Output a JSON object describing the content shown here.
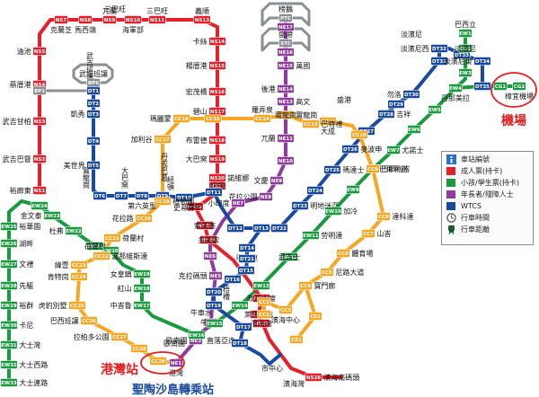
{
  "colors": {
    "EW": "#1a9a3f",
    "NS": "#e5202a",
    "NE": "#8f3b9e",
    "CC": "#f6a623",
    "DT": "#1a4aa0",
    "BP": "#8a8f94",
    "PTC": "#8a8f94",
    "CG": "#1a9a3f",
    "annotation": "#e02020",
    "ferry": "#1a4aa0"
  },
  "stations": [
    {
      "code": "NS7",
      "name": "克蘭芝",
      "line": "NS"
    },
    {
      "code": "NS8",
      "name": "馬西嶺",
      "line": "NS"
    },
    {
      "code": "NS9",
      "name": "兀蘭",
      "line": "NS"
    },
    {
      "code": "NS10",
      "name": "海軍部",
      "line": "NS"
    },
    {
      "code": "NS11",
      "name": "三巴旺",
      "line": "NS"
    },
    {
      "code": "NS13",
      "name": "義順",
      "line": "NS"
    },
    {
      "code": "NS5",
      "name": "油池",
      "line": "NS"
    },
    {
      "code": "NS4",
      "name": "蔡厝港",
      "line": "NS"
    },
    {
      "code": "BP1",
      "name": "",
      "line": "BP"
    },
    {
      "code": "NS3",
      "name": "武吉甘柏",
      "line": "NS"
    },
    {
      "code": "NS2",
      "name": "武吉巴督",
      "line": "NS"
    },
    {
      "code": "NS1",
      "name": "裕廊東",
      "line": "NS"
    },
    {
      "code": "NS14",
      "name": "卡絲",
      "line": "NS"
    },
    {
      "code": "NS15",
      "name": "楊厝港",
      "line": "NS"
    },
    {
      "code": "NS16",
      "name": "宏茂橋",
      "line": "NS"
    },
    {
      "code": "NS17",
      "name": "碧山",
      "line": "NS"
    },
    {
      "code": "NS18",
      "name": "布雷德",
      "line": "NS"
    },
    {
      "code": "NS19",
      "name": "大巴窯",
      "line": "NS"
    },
    {
      "code": "NS20",
      "name": "諾維娜",
      "line": "NS"
    },
    {
      "code": "NS21",
      "name": "紐頓",
      "line": "NS"
    },
    {
      "code": "NS22",
      "name": "烏節",
      "line": "NS"
    },
    {
      "code": "NS23",
      "name": "索美塞",
      "line": "NS"
    },
    {
      "code": "NS24",
      "name": "多美歌",
      "line": "NS"
    },
    {
      "code": "NS25",
      "name": "政府大廈",
      "line": "NS"
    },
    {
      "code": "NS26",
      "name": "萊佛士坊",
      "line": "NS"
    },
    {
      "code": "NS27",
      "name": "濱海灣",
      "line": "NS"
    },
    {
      "code": "NS28",
      "name": "濱海南碼頭",
      "line": "NS"
    },
    {
      "code": "PTC",
      "name": "榜鵝",
      "line": "PTC"
    },
    {
      "code": "STC",
      "name": "盛港",
      "line": "PTC"
    },
    {
      "code": "NE17",
      "name": "",
      "line": "NE"
    },
    {
      "code": "NE16",
      "name": "",
      "line": "NE"
    },
    {
      "code": "NE15",
      "name": "萬國",
      "line": "NE"
    },
    {
      "code": "NE14",
      "name": "後港",
      "line": "NE"
    },
    {
      "code": "NE13",
      "name": "高文",
      "line": "NE"
    },
    {
      "code": "NE12",
      "name": "實龍崗",
      "line": "NE"
    },
    {
      "code": "NE11",
      "name": "兀蘭",
      "line": "NE"
    },
    {
      "code": "NE10",
      "name": "",
      "line": "NE"
    },
    {
      "code": "NE9",
      "name": "文慶",
      "line": "NE"
    },
    {
      "code": "NE8",
      "name": "花拉公園",
      "line": "NE"
    },
    {
      "code": "NE7",
      "name": "小印度",
      "line": "NE"
    },
    {
      "code": "NE6",
      "name": "",
      "line": "NE"
    },
    {
      "code": "NE5",
      "name": "克拉碼頭",
      "line": "NE"
    },
    {
      "code": "NE4",
      "name": "牛車水",
      "line": "NE"
    },
    {
      "code": "NE3",
      "name": "歐南園",
      "line": "NE"
    },
    {
      "code": "NE1",
      "name": "港灣",
      "line": "NE"
    },
    {
      "code": "BP6",
      "name": "武吉班讓",
      "line": "BP"
    },
    {
      "code": "DT1",
      "name": "",
      "line": "DT"
    },
    {
      "code": "DT2",
      "name": "",
      "line": "DT"
    },
    {
      "code": "DT3",
      "name": "凱秀",
      "line": "DT"
    },
    {
      "code": "DT4",
      "name": "",
      "line": "DT"
    },
    {
      "code": "DT5",
      "name": "美世界",
      "line": "DT"
    },
    {
      "code": "DT6",
      "name": "",
      "line": "DT"
    },
    {
      "code": "DT7",
      "name": "",
      "line": "DT"
    },
    {
      "code": "DT8",
      "name": "第六英里",
      "line": "DT"
    },
    {
      "code": "DT9",
      "name": "",
      "line": "DT"
    },
    {
      "code": "DT10",
      "name": "史蒂芬",
      "line": "DT"
    },
    {
      "code": "DT11",
      "name": "",
      "line": "DT"
    },
    {
      "code": "DT12",
      "name": "",
      "line": "DT"
    },
    {
      "code": "DT13",
      "name": "",
      "line": "DT"
    },
    {
      "code": "DT14",
      "name": "明古連",
      "line": "DT"
    },
    {
      "code": "DT15",
      "name": "",
      "line": "DT"
    },
    {
      "code": "DT16",
      "name": "",
      "line": "DT"
    },
    {
      "code": "DT17",
      "name": "",
      "line": "DT"
    },
    {
      "code": "DT18",
      "name": "",
      "line": "DT"
    },
    {
      "code": "DT19",
      "name": "",
      "line": "DT"
    },
    {
      "code": "DT20",
      "name": "",
      "line": "DT"
    },
    {
      "code": "DT21",
      "name": "",
      "line": "DT"
    },
    {
      "code": "DT22",
      "name": "",
      "line": "DT"
    },
    {
      "code": "DT23",
      "name": "明地迷亞",
      "line": "DT"
    },
    {
      "code": "DT24",
      "name": "",
      "line": "DT"
    },
    {
      "code": "DT25",
      "name": "瑪達士",
      "line": "DT"
    },
    {
      "code": "DT26",
      "name": "麥波申",
      "line": "DT"
    },
    {
      "code": "DT27",
      "name": "",
      "line": "DT"
    },
    {
      "code": "DT28",
      "name": "吉祥",
      "line": "DT"
    },
    {
      "code": "DT29",
      "name": "",
      "line": "DT"
    },
    {
      "code": "DT30",
      "name": "勿洛",
      "line": "DT"
    },
    {
      "code": "DT31",
      "name": "",
      "line": "DT"
    },
    {
      "code": "DT32",
      "name": "淡濱尼西",
      "line": "DT"
    },
    {
      "code": "DT33",
      "name": "",
      "line": "DT"
    },
    {
      "code": "DT34",
      "name": "淡濱尼東",
      "line": "DT"
    },
    {
      "code": "DT35",
      "name": "",
      "line": "DT"
    },
    {
      "code": "EW1",
      "name": "巴西立",
      "line": "EW"
    },
    {
      "code": "EW2",
      "name": "淡濱尼",
      "line": "EW"
    },
    {
      "code": "EW3",
      "name": "",
      "line": "EW"
    },
    {
      "code": "EW4",
      "name": "丹那美拉",
      "line": "EW"
    },
    {
      "code": "EW5",
      "name": "",
      "line": "EW"
    },
    {
      "code": "EW6",
      "name": "",
      "line": "EW"
    },
    {
      "code": "EW7",
      "name": "尤諾士",
      "line": "EW"
    },
    {
      "code": "EW8",
      "name": "巴耶利峇",
      "line": "EW"
    },
    {
      "code": "EW9",
      "name": "",
      "line": "EW"
    },
    {
      "code": "EW10",
      "name": "加冷",
      "line": "EW"
    },
    {
      "code": "EW11",
      "name": "劳明達",
      "line": "EW"
    },
    {
      "code": "EW12",
      "name": "武吉士",
      "line": "EW"
    },
    {
      "code": "EW13",
      "name": "",
      "line": "EW"
    },
    {
      "code": "EW14",
      "name": "",
      "line": "EW"
    },
    {
      "code": "EW15",
      "name": "",
      "line": "EW"
    },
    {
      "code": "EW16",
      "name": "",
      "line": "EW"
    },
    {
      "code": "EW17",
      "name": "中峇魯",
      "line": "EW"
    },
    {
      "code": "EW18",
      "name": "紅山",
      "line": "EW"
    },
    {
      "code": "EW19",
      "name": "女皇鎮",
      "line": "EW"
    },
    {
      "code": "EW20",
      "name": "",
      "line": "EW"
    },
    {
      "code": "EW21",
      "name": "荷蘭村",
      "line": "EW"
    },
    {
      "code": "EW22",
      "name": "杜弗",
      "line": "EW"
    },
    {
      "code": "EW23",
      "name": "金文泰",
      "line": "EW"
    },
    {
      "code": "EW24",
      "name": "",
      "line": "EW"
    },
    {
      "code": "EW25",
      "name": "裕華園",
      "line": "EW"
    },
    {
      "code": "EW26",
      "name": "湖畔",
      "line": "EW"
    },
    {
      "code": "EW27",
      "name": "文禮",
      "line": "EW"
    },
    {
      "code": "EW28",
      "name": "先驅",
      "line": "EW"
    },
    {
      "code": "EW29",
      "name": "裕群",
      "line": "EW"
    },
    {
      "code": "EW30",
      "name": "卡尼",
      "line": "EW"
    },
    {
      "code": "EW31",
      "name": "大士灣",
      "line": "EW"
    },
    {
      "code": "EW32",
      "name": "大士西路",
      "line": "EW"
    },
    {
      "code": "EW33",
      "name": "大士連路",
      "line": "EW"
    },
    {
      "code": "CG1",
      "name": "",
      "line": "EW"
    },
    {
      "code": "CG2",
      "name": "樟宜機場",
      "line": "CG"
    },
    {
      "code": "CC1",
      "name": "",
      "line": "CC"
    },
    {
      "code": "CC2",
      "name": "",
      "line": "CC"
    },
    {
      "code": "CC3",
      "name": "濱海中心",
      "line": "CC"
    },
    {
      "code": "CC4",
      "name": "寶門廊",
      "line": "CC"
    },
    {
      "code": "CC5",
      "name": "尼路大道",
      "line": "CC"
    },
    {
      "code": "CC6",
      "name": "體育場",
      "line": "CC"
    },
    {
      "code": "CC7",
      "name": "山峇",
      "line": "CC"
    },
    {
      "code": "CC8",
      "name": "達科達",
      "line": "CC"
    },
    {
      "code": "CC9",
      "name": "",
      "line": "CC"
    },
    {
      "code": "CC10",
      "name": "",
      "line": "CC"
    },
    {
      "code": "CC11",
      "name": "大成",
      "line": "CC"
    },
    {
      "code": "CC12",
      "name": "巴特禮",
      "line": "CC"
    },
    {
      "code": "CC13",
      "name": "實龍崗",
      "line": "CC"
    },
    {
      "code": "CC14",
      "name": "羅弄泉",
      "line": "CC"
    },
    {
      "code": "CC15",
      "name": "",
      "line": "CC"
    },
    {
      "code": "CC16",
      "name": "瑪麗蒙",
      "line": "CC"
    },
    {
      "code": "CC17",
      "name": "加利谷",
      "line": "CC"
    },
    {
      "code": "CC19",
      "name": "植物園",
      "line": "CC"
    },
    {
      "code": "CC20",
      "name": "花拉路",
      "line": "CC"
    },
    {
      "code": "CC21",
      "name": "荷蘭村",
      "line": "CC"
    },
    {
      "code": "CC22",
      "name": "波那維斯達",
      "line": "CC"
    },
    {
      "code": "CC23",
      "name": "緯壹",
      "line": "CC"
    },
    {
      "code": "CC24",
      "name": "肯特岗",
      "line": "CC"
    },
    {
      "code": "CC25",
      "name": "虎豹別墅",
      "line": "CC"
    },
    {
      "code": "CC26",
      "name": "巴西班讓",
      "line": "CC"
    },
    {
      "code": "CC27",
      "name": "拉柏多公園",
      "line": "CC"
    },
    {
      "code": "CC28",
      "name": "",
      "line": "CC"
    },
    {
      "code": "CC29",
      "name": "",
      "line": "CC"
    },
    {
      "code": "CE1",
      "name": "",
      "line": "CC"
    },
    {
      "code": "CE2",
      "name": "",
      "line": "CC"
    }
  ],
  "labels": {
    "ns16_upper": "三巴旺",
    "dt_outram": "歐南園",
    "dt_ubi": "實龍崗",
    "dt_ah_kiat": "牛車水",
    "ne_outram": "直落亞逸",
    "dt_telok": "丹戎巴葛",
    "dt_downtown": "市中心",
    "bp_bukit": "武吉班讓",
    "cc_marina": "濱海灣",
    "ns_dhoby": "紐頓",
    "cc_rochor": "梧槽",
    "ne_sengkang": "盛港",
    "ew_bukit_batok": "大巴窯",
    "cc_paya": "巴耶利峇",
    "dt_tampines": "淡濱尼"
  },
  "annotations": {
    "harbourfront": "港灣站",
    "sentosa": "聖陶沙島轉乘站",
    "airport": "機場"
  },
  "legend": {
    "title": "車站編號",
    "items": [
      {
        "key": "adult",
        "label": "成人票(持卡)",
        "color": "#e5202a"
      },
      {
        "key": "child",
        "label": "小孩/學生票(持卡)",
        "color": "#1a9a3f"
      },
      {
        "key": "senior",
        "label": "年長者/殘障人士",
        "color": "#8f3b9e"
      },
      {
        "key": "wtcs",
        "label": "WTCS",
        "color": "#1a4aa0"
      },
      {
        "key": "time",
        "label": "行車時間",
        "color": "#444444"
      },
      {
        "key": "distance",
        "label": "行車距離",
        "color": "#1a5a30"
      }
    ]
  }
}
